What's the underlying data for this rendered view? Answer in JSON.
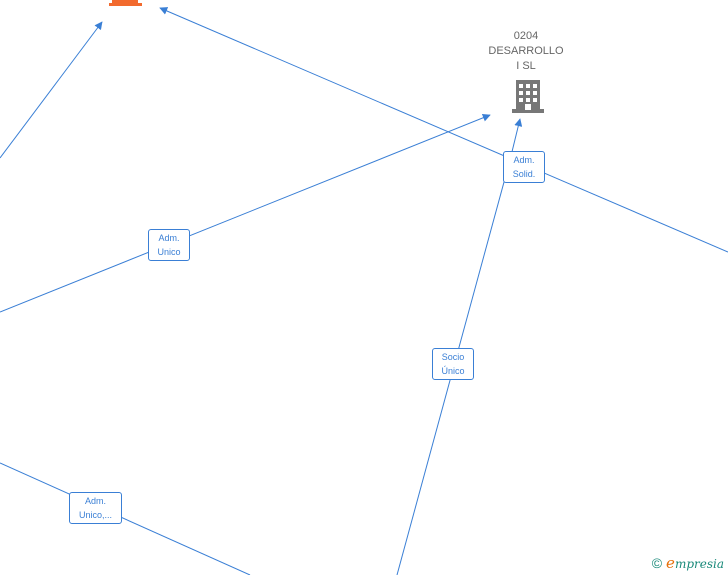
{
  "nodes": {
    "company_0204": {
      "name": "0204\nDESARROLLO\nI  SL",
      "icon": "building-icon",
      "color": "#777777"
    },
    "top_company": {
      "icon": "building-icon",
      "color": "#f26a2e"
    }
  },
  "edges": [
    {
      "label": "Adm.\nSolid."
    },
    {
      "label": "Adm.\nUnico"
    },
    {
      "label": "Socio\nÚnico"
    },
    {
      "label": "Adm.\nUnico,..."
    }
  ],
  "colors": {
    "edge": "#3a7fd5",
    "label_text": "#3a7fd5"
  },
  "footer": {
    "copyright_symbol": "©",
    "brand_initial": "e",
    "brand_rest": "mpresia",
    "icon": "copyright-icon"
  }
}
